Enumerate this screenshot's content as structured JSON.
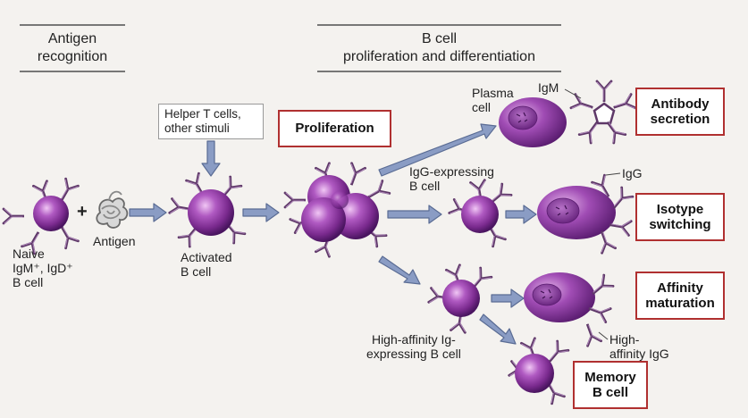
{
  "phases": {
    "antigen_recognition": [
      "Antigen",
      "recognition"
    ],
    "proliferation_differentiation": [
      "B cell",
      "proliferation and differentiation"
    ]
  },
  "labels": {
    "naive": [
      "Naive",
      "IgM⁺, IgD⁺",
      "B cell"
    ],
    "plus": "+",
    "antigen": "Antigen",
    "activated": [
      "Activated",
      "B cell"
    ],
    "helper": [
      "Helper T cells,",
      "other stimuli"
    ],
    "plasma": [
      "Plasma",
      "cell"
    ],
    "igm": "IgM",
    "igg_expressing": [
      "IgG-expressing",
      "B cell"
    ],
    "igg": "IgG",
    "high_affinity_expressing": [
      "High-affinity Ig-",
      "expressing B cell"
    ],
    "high_affinity_igg": [
      "High-",
      "affinity IgG"
    ]
  },
  "outcomes": {
    "proliferation": "Proliferation",
    "antibody_secretion": [
      "Antibody",
      "secretion"
    ],
    "isotype_switching": [
      "Isotype",
      "switching"
    ],
    "affinity_maturation": [
      "Affinity",
      "maturation"
    ],
    "memory": [
      "Memory",
      "B cell"
    ]
  },
  "colors": {
    "cell": "#8a3fa0",
    "cell_dark": "#4a1560",
    "receptor": "#5e3868",
    "arrow": "#8a9cc4",
    "arrow_stroke": "#5a6c94",
    "outcome_border": "#b03030"
  }
}
